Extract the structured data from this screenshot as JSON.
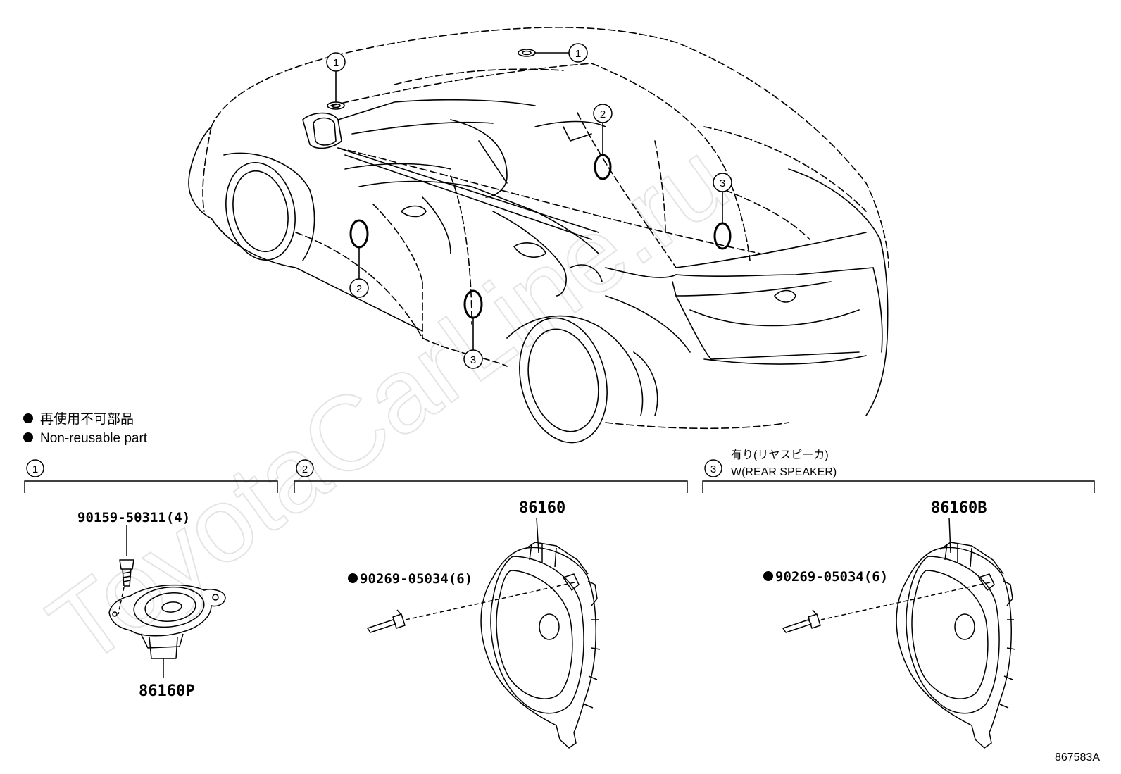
{
  "watermark": "ToyotaCarLine.ru",
  "legend": {
    "jp": "再使用不可部品",
    "en": "Non-reusable part"
  },
  "callouts": [
    "1",
    "2",
    "3"
  ],
  "groups": [
    {
      "num": "1",
      "parts": {
        "screw": "90159-50311(4)",
        "speaker": "86160P"
      }
    },
    {
      "num": "2",
      "parts": {
        "rivet": "90269-05034(6)",
        "speaker": "86160"
      }
    },
    {
      "num": "3",
      "note_jp": "有り(リヤスピーカ)",
      "note_en": "W(REAR  SPEAKER)",
      "parts": {
        "rivet": "90269-05034(6)",
        "speaker": "86160B"
      }
    }
  ],
  "ref_code": "867583A"
}
